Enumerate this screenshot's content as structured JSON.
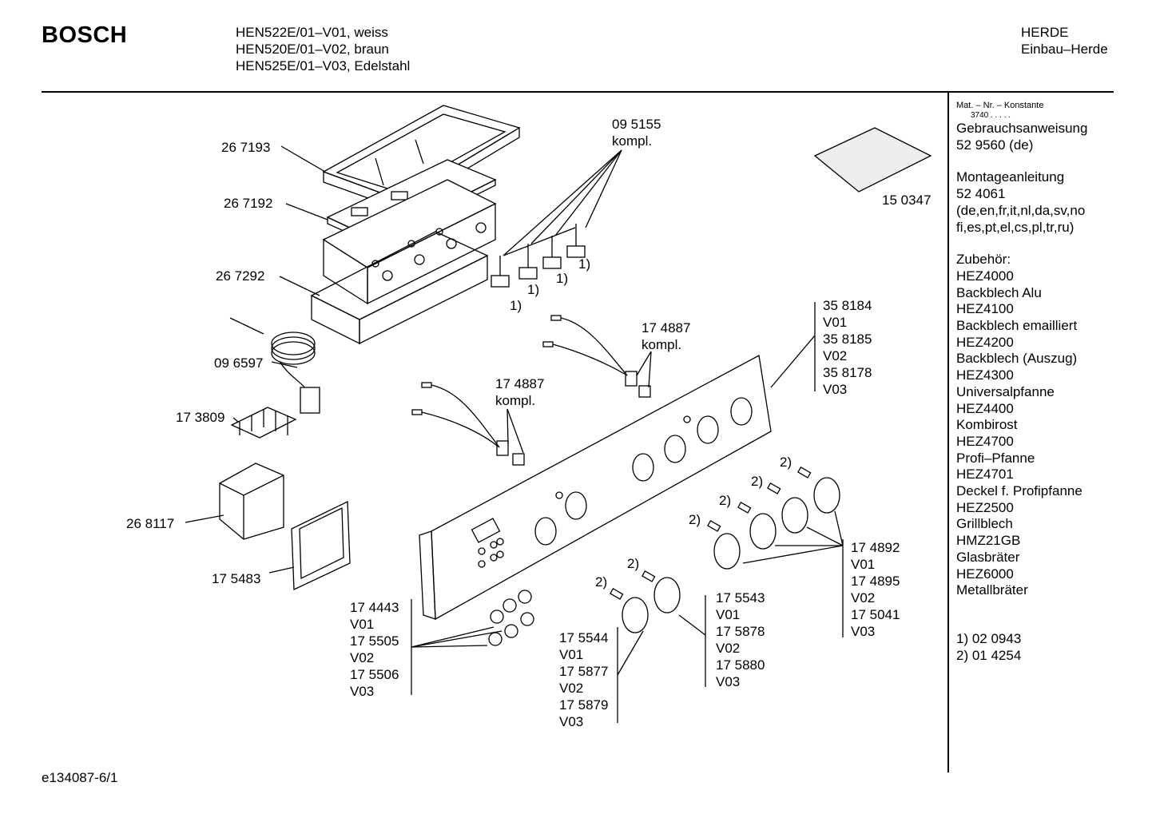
{
  "header": {
    "brand": "BOSCH",
    "models": [
      "HEN522E/01–V01, weiss",
      "HEN520E/01–V02, braun",
      "HEN525E/01–V03, Edelstahl"
    ],
    "category": "HERDE",
    "subcategory": "Einbau–Herde"
  },
  "sidebar": {
    "mat_label": "Mat. – Nr. – Konstante",
    "mat_value": "3740 . . . . .",
    "lines1": [
      "Gebrauchsanweisung",
      "52 9560 (de)"
    ],
    "lines2": [
      "Montageanleitung",
      "52 4061",
      "(de,en,fr,it,nl,da,sv,no",
      "fi,es,pt,el,cs,pl,tr,ru)"
    ],
    "lines3": [
      "Zubehör:",
      "HEZ4000",
      "Backblech Alu",
      "HEZ4100",
      "Backblech emailliert",
      "HEZ4200",
      "Backblech (Auszug)",
      "HEZ4300",
      "Universalpfanne",
      "HEZ4400",
      "Kombirost",
      "HEZ4700",
      "Profi–Pfanne",
      "HEZ4701",
      "Deckel f. Profipfanne",
      "HEZ2500",
      "Grillblech",
      "HMZ21GB",
      "Glasbräter",
      "HEZ6000",
      "Metallbräter"
    ],
    "notes": [
      "1) 02 0943",
      "2) 01 4254"
    ]
  },
  "footer": "e134087-6/1",
  "callouts": {
    "p267193": "26 7193",
    "p267192": "26 7192",
    "p267292": "26 7292",
    "p096597": "09 6597",
    "p173809": "17 3809",
    "p268117": "26 8117",
    "p175483": "17 5483",
    "p095155": [
      "09 5155",
      "kompl."
    ],
    "p150347": "15 0347",
    "p174887a": [
      "17 4887",
      "kompl."
    ],
    "p174887b": [
      "17 4887",
      "kompl."
    ],
    "p358184": [
      "35 8184",
      "V01",
      "35 8185",
      "V02",
      "35 8178",
      "V03"
    ],
    "p174892": [
      "17 4892",
      "V01",
      "17 4895",
      "V02",
      "17 5041",
      "V03"
    ],
    "p175543": [
      "17 5543",
      "V01",
      "17 5878",
      "V02",
      "17 5880",
      "V03"
    ],
    "p175544": [
      "17 5544",
      "V01",
      "17 5877",
      "V02",
      "17 5879",
      "V03"
    ],
    "p174443": [
      "17 4443",
      "V01",
      "17 5505",
      "V02",
      "17 5506",
      "V03"
    ],
    "note1": "1)",
    "note2": "2)"
  }
}
